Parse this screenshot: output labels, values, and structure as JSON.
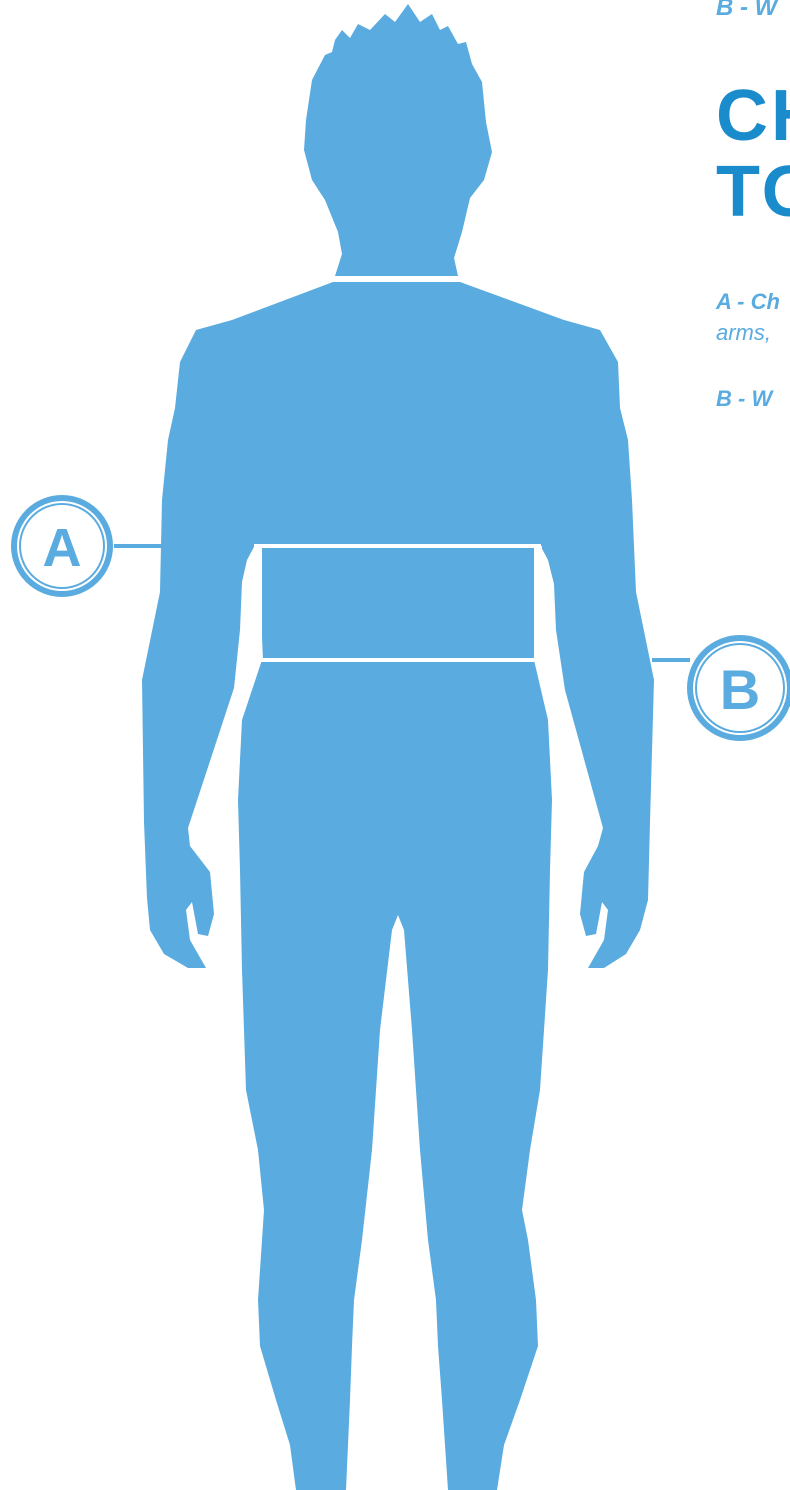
{
  "colors": {
    "body": "#5aabdf",
    "heading": "#1a8bcb",
    "line": "#ffffff",
    "background": "#ffffff"
  },
  "top_fragment": "B - W",
  "heading": {
    "line1": "CH",
    "line2": "TO"
  },
  "measurements": {
    "a": {
      "marker": "A",
      "label": "A - Ch",
      "text": "arms,"
    },
    "b": {
      "marker": "B",
      "label": "B - W",
      "text": ""
    }
  },
  "icons": {
    "body": "body-silhouette-icon",
    "marker_a": "circle-a-icon",
    "marker_b": "circle-b-icon"
  }
}
